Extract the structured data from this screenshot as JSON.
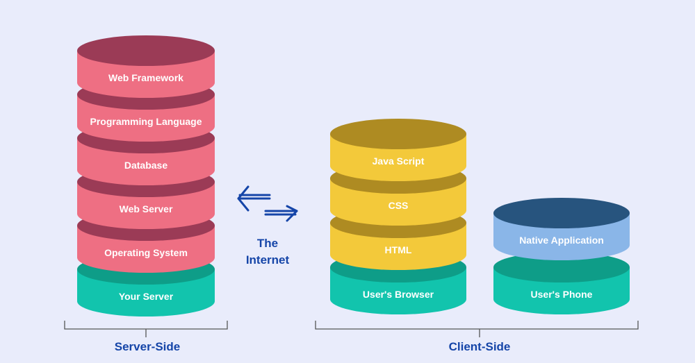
{
  "colors": {
    "background": "#e9ecfb",
    "pink": {
      "body": "#ee6f83",
      "dark": "#9b3b56"
    },
    "teal": {
      "body": "#12c4ad",
      "dark": "#0e9d88"
    },
    "yellow": {
      "body": "#f3c93a",
      "dark": "#ae8b22"
    },
    "blue": {
      "body": "#8ab6e8",
      "dark": "#27547e"
    },
    "label_blue": "#1545a8",
    "bracket": "#555555"
  },
  "server_side": {
    "label": "Server-Side",
    "layers": [
      {
        "label": "Your Server",
        "color": "teal"
      },
      {
        "label": "Operating System",
        "color": "pink"
      },
      {
        "label": "Web Server",
        "color": "pink"
      },
      {
        "label": "Database",
        "color": "pink"
      },
      {
        "label": "Programming Language",
        "color": "pink"
      },
      {
        "label": "Web Framework",
        "color": "pink"
      }
    ]
  },
  "client_side": {
    "label": "Client-Side",
    "browser_stack": [
      {
        "label": "User's Browser",
        "color": "teal"
      },
      {
        "label": "HTML",
        "color": "yellow"
      },
      {
        "label": "CSS",
        "color": "yellow"
      },
      {
        "label": "Java Script",
        "color": "yellow"
      }
    ],
    "phone_stack": [
      {
        "label": "User's Phone",
        "color": "teal"
      },
      {
        "label": "Native Application",
        "color": "blue"
      }
    ]
  },
  "internet": {
    "label_line1": "The",
    "label_line2": "Internet",
    "icon": "bidirectional-arrows-icon"
  }
}
